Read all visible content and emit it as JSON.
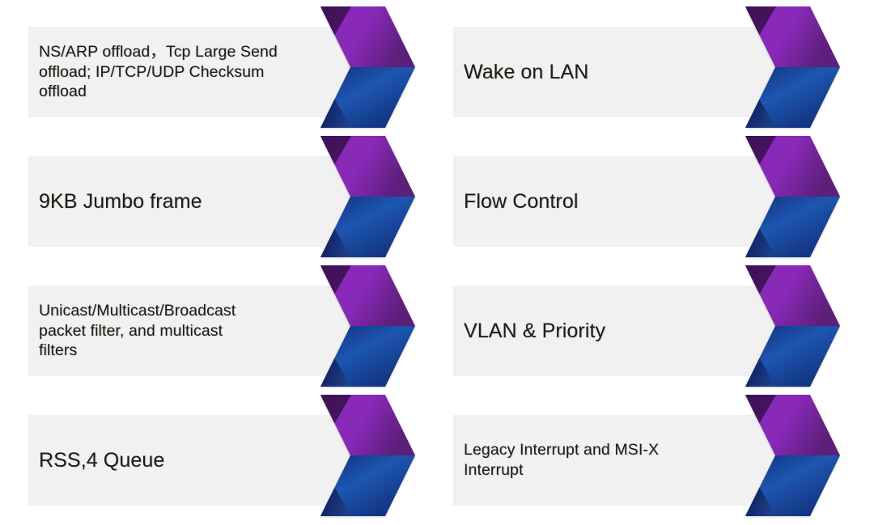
{
  "slide": {
    "background_color": "#ffffff",
    "bar_color": "#f1f1f1",
    "text_color": "#1b1b1b",
    "chevron": {
      "purple_light": "#8829b8",
      "purple_dark": "#5c1f7a",
      "purple_fold": "#3d1155",
      "blue_light": "#1d56b0",
      "blue_dark": "#102a73",
      "blue_fold": "#0d1050"
    }
  },
  "columns": [
    {
      "name": "left-column",
      "items": [
        {
          "id": "ns-arp-offload",
          "icon": "chevron-arrow-icon",
          "label": "NS/ARP offload，Tcp Large Send\noffload; IP/TCP/UDP Checksum\noffload",
          "size": "sm"
        },
        {
          "id": "jumbo-frame",
          "icon": "chevron-arrow-icon",
          "label": "9KB Jumbo frame",
          "size": "lg"
        },
        {
          "id": "packet-filter",
          "icon": "chevron-arrow-icon",
          "label": "Unicast/Multicast/Broadcast\npacket filter, and multicast\nfilters",
          "size": "sm"
        },
        {
          "id": "rss-queue",
          "icon": "chevron-arrow-icon",
          "label": "RSS,4 Queue",
          "size": "lg"
        }
      ]
    },
    {
      "name": "right-column",
      "items": [
        {
          "id": "wake-on-lan",
          "icon": "chevron-arrow-icon",
          "label": "Wake on LAN",
          "size": "lg"
        },
        {
          "id": "flow-control",
          "icon": "chevron-arrow-icon",
          "label": "Flow Control",
          "size": "lg"
        },
        {
          "id": "vlan-priority",
          "icon": "chevron-arrow-icon",
          "label": "VLAN & Priority",
          "size": "lg"
        },
        {
          "id": "interrupts",
          "icon": "chevron-arrow-icon",
          "label": "Legacy Interrupt and MSI-X\nInterrupt",
          "size": "sm"
        }
      ]
    }
  ]
}
